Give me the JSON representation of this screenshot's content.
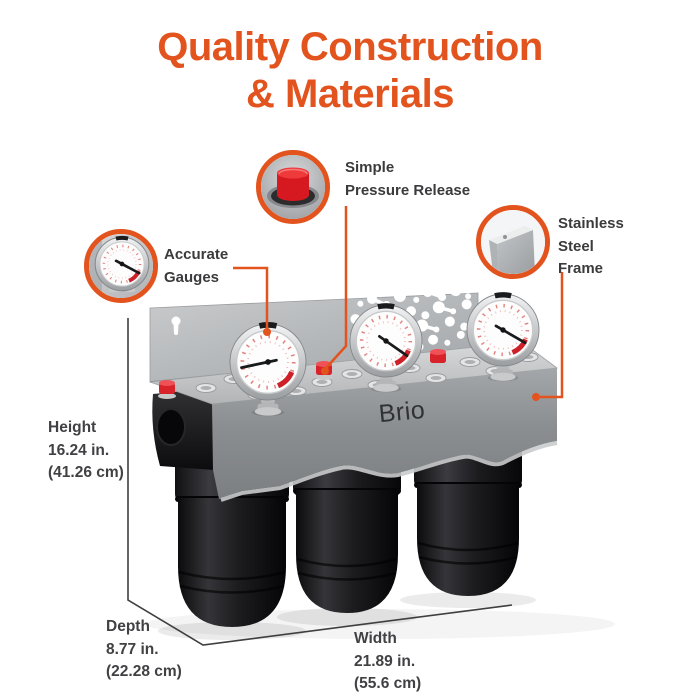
{
  "title": {
    "line1": "Quality Construction",
    "line2": "& Materials"
  },
  "brand": {
    "logo": "Brio"
  },
  "callouts": {
    "pressure": {
      "icon": "pressure-release-button-icon",
      "lines": [
        "Simple",
        "Pressure Release"
      ]
    },
    "frame": {
      "icon": "steel-corner-icon",
      "lines": [
        "Stainless",
        "Steel",
        "Frame"
      ]
    },
    "gauges": {
      "icon": "pressure-gauge-icon",
      "lines": [
        "Accurate",
        "Gauges"
      ]
    }
  },
  "dimensions": {
    "height": {
      "label": "Height",
      "inches": "16.24 in.",
      "cm": "(41.26 cm)"
    },
    "depth": {
      "label": "Depth",
      "inches": "8.77 in.",
      "cm": "(22.28 cm)"
    },
    "width": {
      "label": "Width",
      "inches": "21.89 in.",
      "cm": "(55.6 cm)"
    }
  },
  "colors": {
    "accent_orange": "#e2531e",
    "label_text": "#3b3b3d",
    "button_red": "#d81f26",
    "steel_gray": "#a8abad",
    "filter_black": "#121214"
  }
}
